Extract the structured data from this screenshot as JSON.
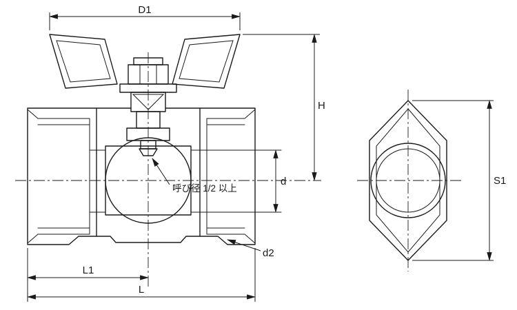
{
  "drawing": {
    "labels": {
      "d1": "D1",
      "h": "H",
      "d": "d",
      "d2": "d2",
      "l1": "L1",
      "l": "L",
      "s1": "S1"
    },
    "note": "呼び径 1/2 以上",
    "colors": {
      "line": "#1a1a1a",
      "background": "#ffffff"
    }
  }
}
